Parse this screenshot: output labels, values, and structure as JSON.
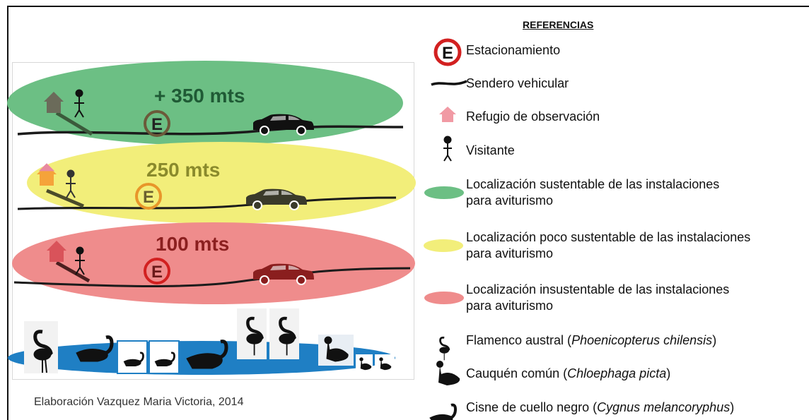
{
  "diagram": {
    "zones": [
      {
        "distance_label": "+ 350 mts",
        "color": "#6cbf84",
        "text_color": "#1f5a35",
        "e_color": "#6b5a3a"
      },
      {
        "distance_label": "250 mts",
        "color": "#f2ee7a",
        "text_color": "#8a8a2c",
        "e_color": "#e8962a"
      },
      {
        "distance_label": "100 mts",
        "color": "#ef8c8c",
        "text_color": "#8b1f1f",
        "e_color": "#d22020"
      }
    ],
    "parking_letter": "E",
    "water_color": "#1f7fc4",
    "credit": "Elaboración Vazquez Maria Victoria, 2014"
  },
  "legend": {
    "title": "REFERENCIAS",
    "items": [
      {
        "icon": "parking-icon",
        "text": "Estacionamiento"
      },
      {
        "icon": "road-line-icon",
        "text": "Sendero vehicular"
      },
      {
        "icon": "shelter-icon",
        "text": "Refugio de observación"
      },
      {
        "icon": "visitor-icon",
        "text": "Visitante"
      },
      {
        "icon": "green-ellipse-icon",
        "line1": "Localización sustentable de las instalaciones",
        "line2": "para aviturismo"
      },
      {
        "icon": "yellow-ellipse-icon",
        "line1": "Localización poco sustentable de las instalaciones",
        "line2": "para aviturismo"
      },
      {
        "icon": "red-ellipse-icon",
        "line1": "Localización insustentable de las instalaciones",
        "line2": "para aviturismo"
      },
      {
        "icon": "flamingo-icon",
        "pre": "Flamenco austral (",
        "italic": "Phoenicopterus chilensis",
        "post": ")"
      },
      {
        "icon": "goose-icon",
        "pre": "Cauquén común (",
        "italic": "Chloephaga picta",
        "post": ")"
      },
      {
        "icon": "swan-icon",
        "pre": "Cisne de cuello negro (",
        "italic": "Cygnus melancoryphus",
        "post": ")"
      }
    ]
  }
}
